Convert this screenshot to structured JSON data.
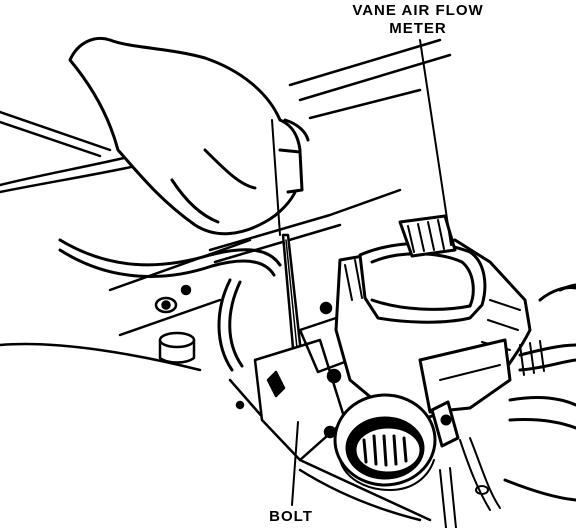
{
  "labels": {
    "vane_air_flow_meter": [
      "VANE AIR FLOW",
      "METER"
    ],
    "bolt": "BOLT"
  },
  "colors": {
    "ink": "#000000",
    "paper": "#ffffff"
  }
}
